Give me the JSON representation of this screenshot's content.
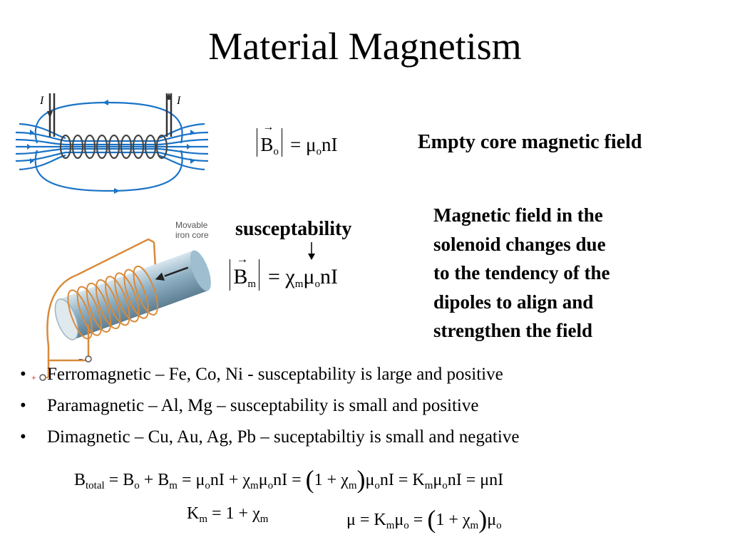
{
  "title": "Material Magnetism",
  "figure1": {
    "current_label_left": "I",
    "current_label_right": "I"
  },
  "figure2": {
    "core_label_line1": "Movable",
    "core_label_line2": "iron core",
    "plus": "+",
    "minus": "−"
  },
  "eq_empty": {
    "B": "B",
    "sub": "o",
    "eq": "=",
    "mu": "μ",
    "mu_sub": "o",
    "rest": "nI"
  },
  "label_empty": "Empty core magnetic field",
  "label_susceptibility": "susceptability",
  "eq_core": {
    "B": "B",
    "sub": "m",
    "eq": "=",
    "chi": "χ",
    "chi_sub": "m",
    "mu": "μ",
    "mu_sub": "o",
    "rest": "nI"
  },
  "explanation": [
    "Magnetic field in the",
    "solenoid changes due",
    "to the tendency of the",
    "dipoles to align and",
    "strengthen the field"
  ],
  "bullets": [
    "Ferromagnetic – Fe, Co, Ni  - susceptability is large and positive",
    "Paramagnetic – Al, Mg – susceptability is small and positive",
    "Dimagnetic – Cu, Au, Ag, Pb – suceptabiltiy is small and negative"
  ],
  "bullet_symbol": "•",
  "eq_total": {
    "p1": "B",
    "p1s": "total",
    "p2": " = B",
    "p2s": "o",
    "p3": " + B",
    "p3s": "m",
    "p4": " = μ",
    "p4s": "o",
    "p5": "nI + χ",
    "p5s": "m",
    "p6": "μ",
    "p6s": "o",
    "p7": "nI = ",
    "lp": "(",
    "p8": "1 + χ",
    "p8s": "m",
    "rp": ")",
    "p9": "μ",
    "p9s": "o",
    "p10": "nI = K",
    "p10s": "m",
    "p11": "μ",
    "p11s": "o",
    "p12": "nI = μnI"
  },
  "eq_km": {
    "p1": "K",
    "p1s": "m",
    "p2": " = 1 + χ",
    "p2s": "m"
  },
  "eq_mu": {
    "p1": "μ = K",
    "p1s": "m",
    "p2": "μ",
    "p2s": "o",
    "p3": " = ",
    "lp": "(",
    "p4": "1 + χ",
    "p4s": "m",
    "rp": ")",
    "p5": "μ",
    "p5s": "o"
  }
}
